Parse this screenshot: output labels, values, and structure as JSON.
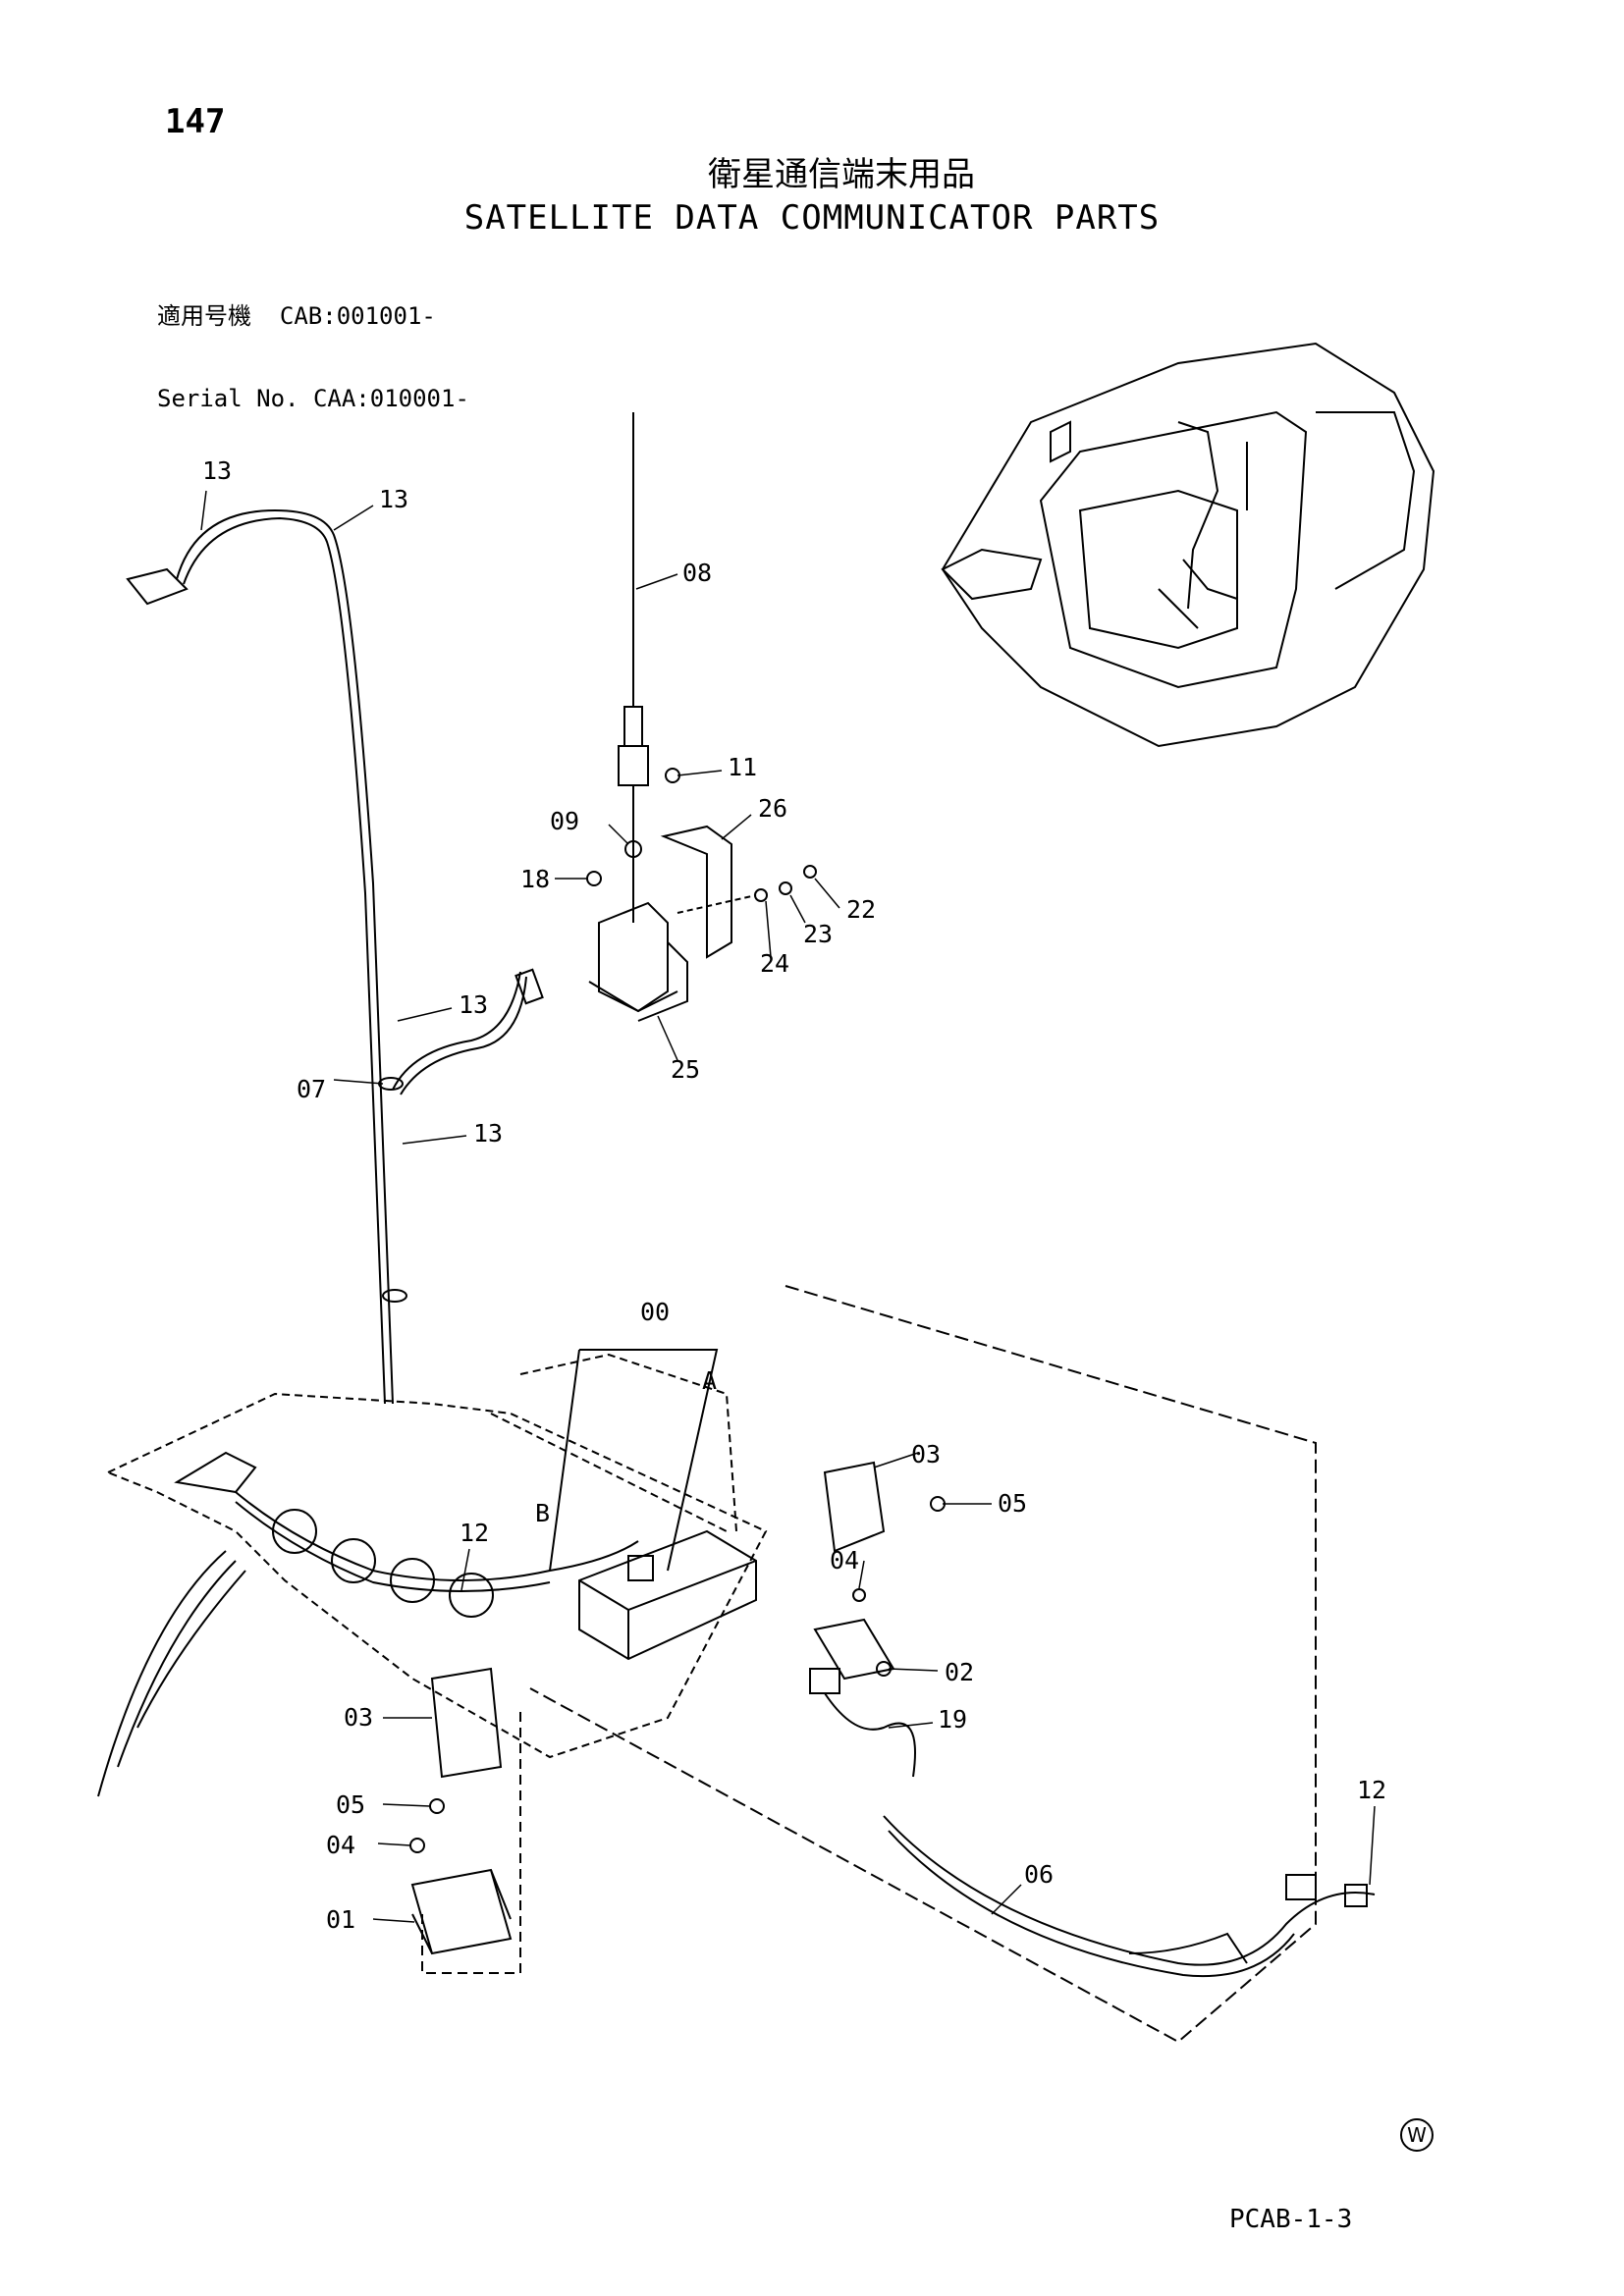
{
  "header": {
    "page_number": "147",
    "title_jp": "衛星通信端末用品",
    "title_en": "SATELLITE DATA COMMUNICATOR PARTS",
    "serial_label_jp": "適用号機",
    "serial_value_1": "CAB:001001-",
    "serial_label_en": "Serial No.",
    "serial_value_2": "CAA:010001-"
  },
  "callouts": {
    "c00": "00",
    "c01": "01",
    "c02": "02",
    "c03a": "03",
    "c03b": "03",
    "c04a": "04",
    "c04b": "04",
    "c05a": "05",
    "c05b": "05",
    "c06": "06",
    "c07": "07",
    "c08": "08",
    "c09": "09",
    "c11": "11",
    "c12a": "12",
    "c12b": "12",
    "c13a": "13",
    "c13b": "13",
    "c13c": "13",
    "c13d": "13",
    "c18": "18",
    "c19": "19",
    "c22": "22",
    "c23": "23",
    "c24": "24",
    "c25": "25",
    "c26": "26",
    "cA": "A",
    "cB": "B"
  },
  "footer": {
    "mark": "W",
    "code": "PCAB-1-3"
  }
}
